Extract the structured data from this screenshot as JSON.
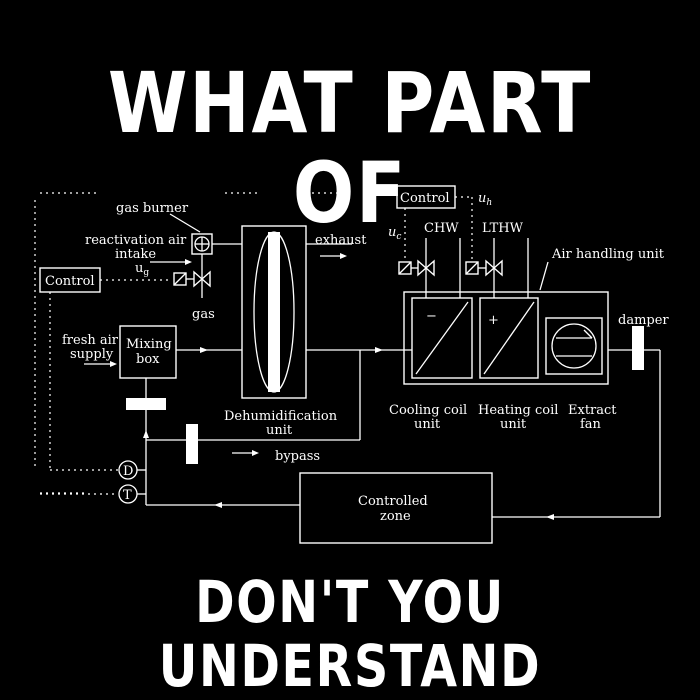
{
  "headline_top": "WHAT PART OF",
  "headline_bottom": "DON'T YOU UNDERSTAND",
  "labels": {
    "gas_burner": "gas burner",
    "reactivation_air": "reactivation air",
    "intake": "intake",
    "exhaust": "exhaust",
    "control_left": "Control",
    "control_right": "Control",
    "ug": "u",
    "ug_sub": "g",
    "uc": "u",
    "uc_sub": "c",
    "uh": "u",
    "uh_sub": "h",
    "gas": "gas",
    "fresh_air": "fresh air",
    "supply": "supply",
    "mixing": "Mixing",
    "box": "box",
    "dehumid_1": "Dehumidification",
    "dehumid_2": "unit",
    "chw": "CHW",
    "lthw": "LTHW",
    "ahu": "Air handling unit",
    "cooling_1": "Cooling coil",
    "cooling_2": "unit",
    "heating_1": "Heating coil",
    "heating_2": "unit",
    "extract_1": "Extract",
    "extract_2": "fan",
    "damper": "damper",
    "bypass": "bypass",
    "controlled_1": "Controlled",
    "controlled_2": "zone",
    "sensor_d": "D",
    "sensor_t": "T",
    "minus": "−",
    "plus": "+"
  }
}
